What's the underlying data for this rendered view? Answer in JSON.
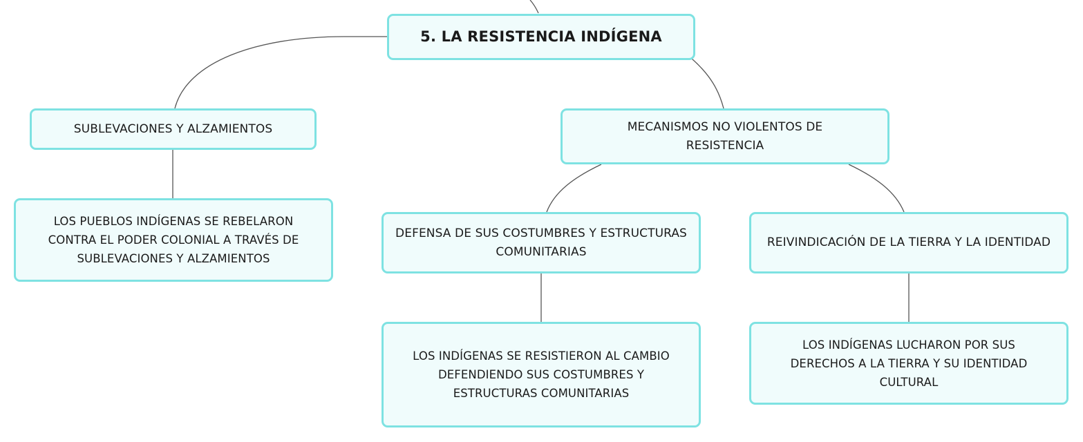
{
  "diagram": {
    "root": {
      "label": "5. LA RESISTENCIA INDÍGENA"
    },
    "branches": [
      {
        "label": "SUBLEVACIONES Y ALZAMIENTOS",
        "detail": "LOS PUEBLOS INDÍGENAS SE REBELARON CONTRA EL PODER COLONIAL A TRAVÉS DE SUBLEVACIONES Y ALZAMIENTOS"
      },
      {
        "label": "MECANISMOS NO VIOLENTOS DE RESISTENCIA",
        "children": [
          {
            "label": "DEFENSA DE SUS COSTUMBRES Y ESTRUCTURAS COMUNITARIAS",
            "detail": "LOS INDÍGENAS SE RESISTIERON AL CAMBIO DEFENDIENDO SUS COSTUMBRES Y ESTRUCTURAS COMUNITARIAS"
          },
          {
            "label": "REIVINDICACIÓN DE LA TIERRA Y LA IDENTIDAD",
            "detail": "LOS INDÍGENAS LUCHARON POR SUS DERECHOS A LA TIERRA Y SU IDENTIDAD CULTURAL"
          }
        ]
      }
    ]
  },
  "colors": {
    "node_fill": "#f0fcfc",
    "node_border": "#7ee2e2",
    "connector": "#555555",
    "text": "#1a1a1a"
  }
}
